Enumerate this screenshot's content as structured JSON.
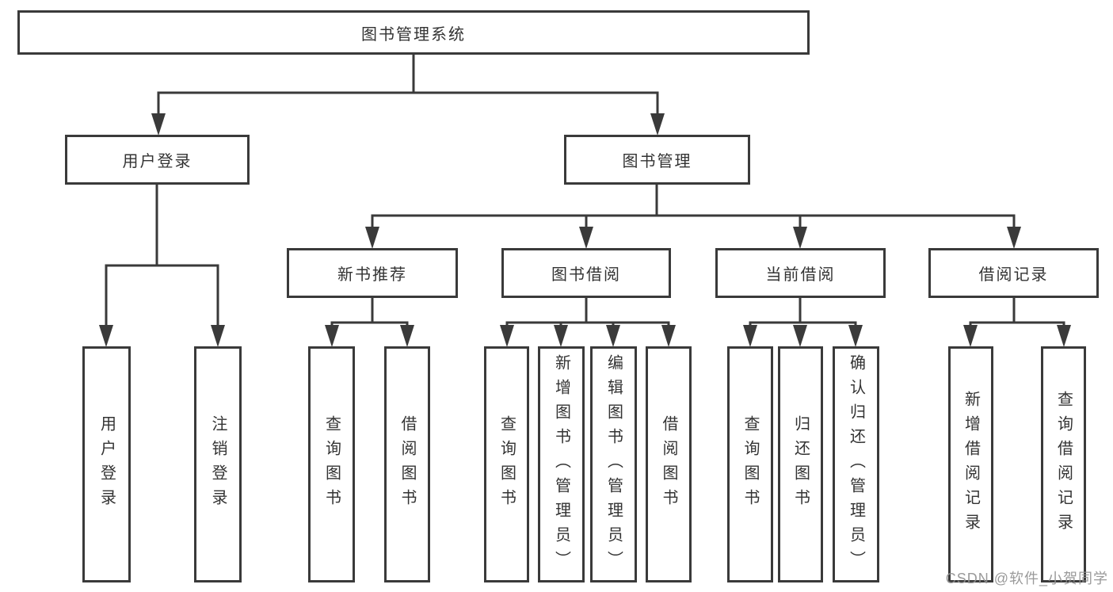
{
  "diagram": {
    "type": "tree",
    "title": "图书管理系统"
  },
  "nodes": {
    "root": {
      "label": "图书管理系统"
    },
    "user_login": {
      "label": "用户登录"
    },
    "book_mgmt": {
      "label": "图书管理"
    },
    "new_book_rec": {
      "label": "新书推荐"
    },
    "book_borrow": {
      "label": "图书借阅"
    },
    "current_borrow": {
      "label": "当前借阅"
    },
    "borrow_records": {
      "label": "借阅记录"
    },
    "leaf_user_login": {
      "label": "用户登录"
    },
    "leaf_logout": {
      "label": "注销登录"
    },
    "leaf_nbr_query": {
      "label": "查询图书"
    },
    "leaf_nbr_borrow": {
      "label": "借阅图书"
    },
    "leaf_bb_query": {
      "label": "查询图书"
    },
    "leaf_bb_add": {
      "label": "新增图书（管理员）"
    },
    "leaf_bb_edit": {
      "label": "编辑图书（管理员）"
    },
    "leaf_bb_borrow": {
      "label": "借阅图书"
    },
    "leaf_cb_query": {
      "label": "查询图书"
    },
    "leaf_cb_return": {
      "label": "归还图书"
    },
    "leaf_cb_confirm": {
      "label": "确认归还（管理员）"
    },
    "leaf_br_add": {
      "label": "新增借阅记录"
    },
    "leaf_br_query": {
      "label": "查询借阅记录"
    }
  },
  "hierarchy": {
    "label": "图书管理系统",
    "children": [
      {
        "label": "用户登录",
        "children": [
          {
            "label": "用户登录"
          },
          {
            "label": "注销登录"
          }
        ]
      },
      {
        "label": "图书管理",
        "children": [
          {
            "label": "新书推荐",
            "children": [
              {
                "label": "查询图书"
              },
              {
                "label": "借阅图书"
              }
            ]
          },
          {
            "label": "图书借阅",
            "children": [
              {
                "label": "查询图书"
              },
              {
                "label": "新增图书（管理员）"
              },
              {
                "label": "编辑图书（管理员）"
              },
              {
                "label": "借阅图书"
              }
            ]
          },
          {
            "label": "当前借阅",
            "children": [
              {
                "label": "查询图书"
              },
              {
                "label": "归还图书"
              },
              {
                "label": "确认归还（管理员）"
              }
            ]
          },
          {
            "label": "借阅记录",
            "children": [
              {
                "label": "新增借阅记录"
              },
              {
                "label": "查询借阅记录"
              }
            ]
          }
        ]
      }
    ]
  },
  "watermark": {
    "text": "CSDN @软件_小贺同学"
  },
  "colors": {
    "line": "#3a3a3a",
    "text": "#333333",
    "background": "#ffffff",
    "watermark": "#919191"
  }
}
